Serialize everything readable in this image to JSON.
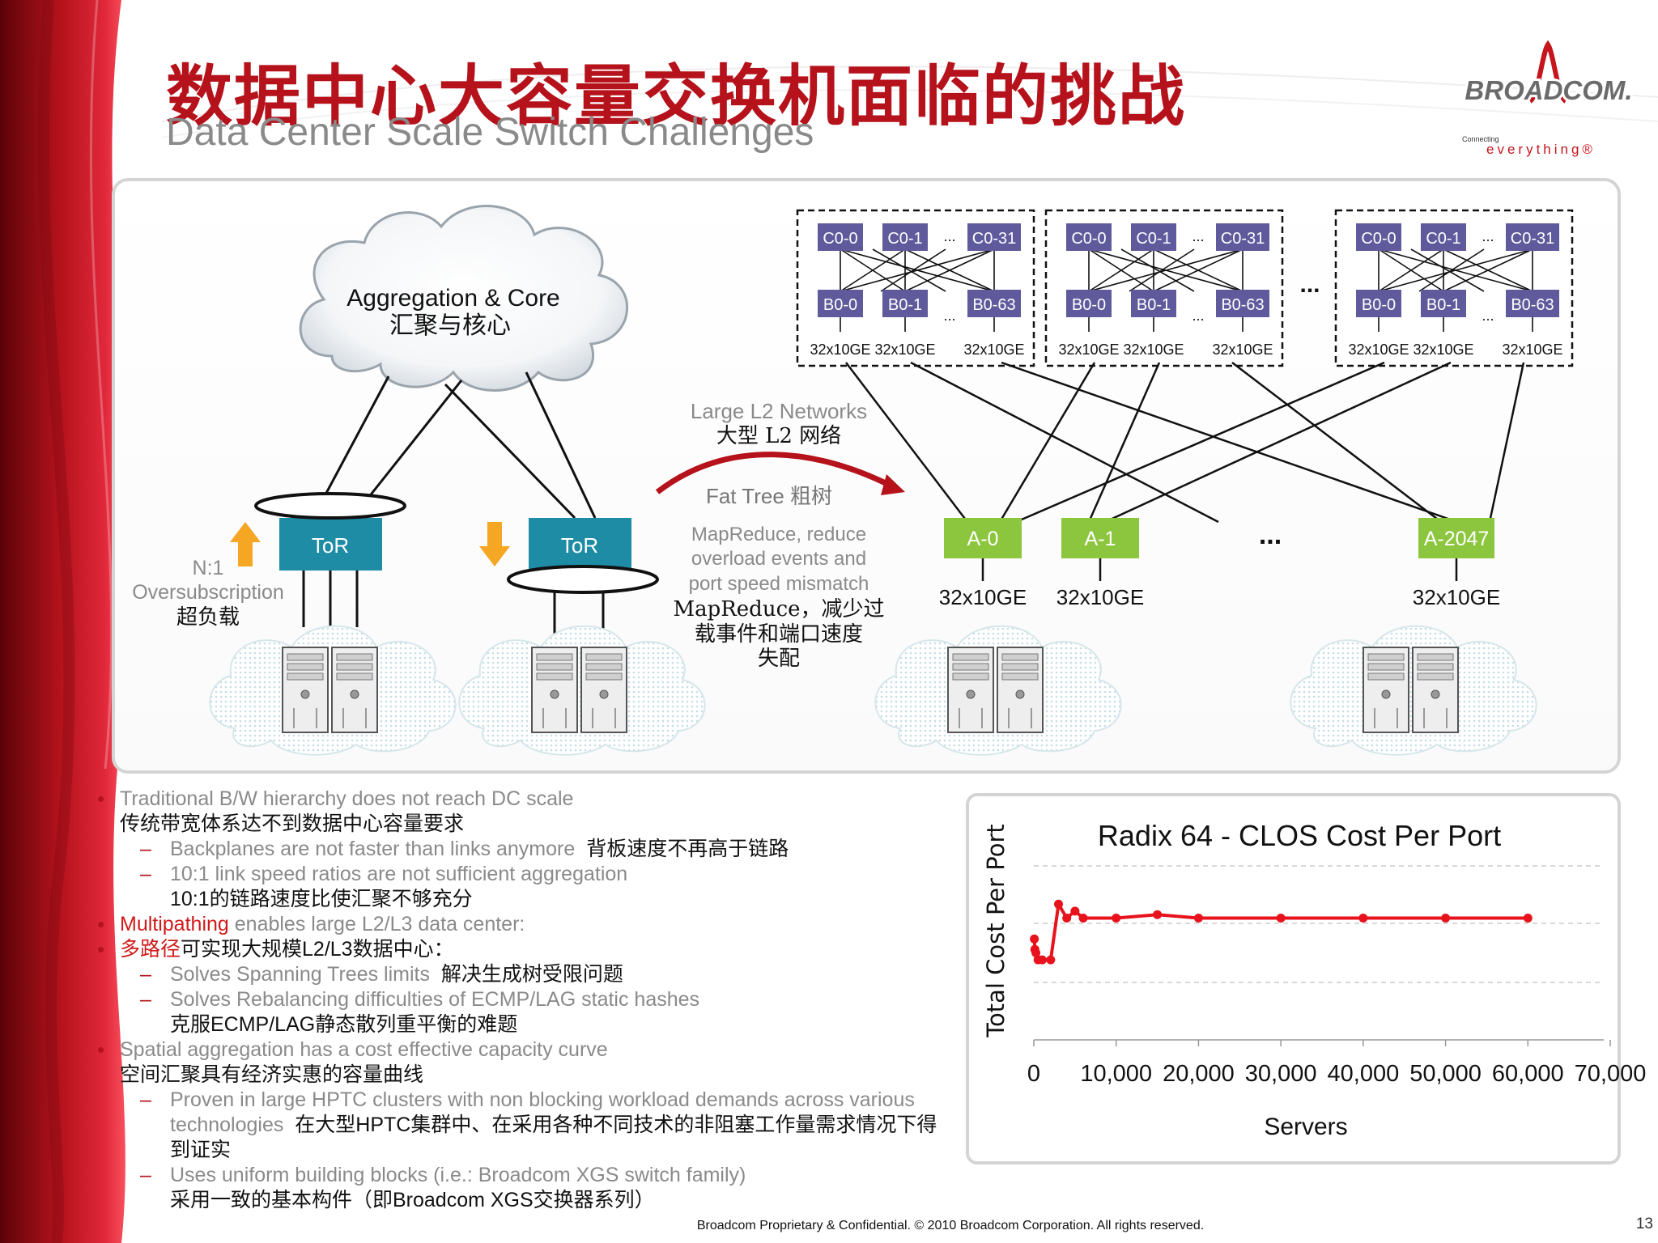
{
  "title_cn": "数据中心大容量交换机面临的挑战",
  "title_en": "Data Center Scale Switch Challenges",
  "logo": {
    "name": "BROADCOM.",
    "tag1": "Connecting",
    "tag2": "everything®",
    "color": "#c4161c"
  },
  "colors": {
    "accent": "#b5121b",
    "tor": "#1e8ca5",
    "agg": "#8cc63f",
    "fabric": "#5e5a9c",
    "arrow": "#b5121b"
  },
  "diagram": {
    "cloud_label_en": "Aggregation & Core",
    "cloud_label_cn": "汇聚与核心",
    "tor_label": "ToR",
    "oversub_ratio": "N:1",
    "oversub_en": "Oversubscription",
    "oversub_cn": "超负载",
    "large_l2_en": "Large L2 Networks",
    "large_l2_cn": "大型 L2 网络",
    "fat_tree": "Fat Tree 粗树",
    "mapreduce_en": [
      "MapReduce, reduce",
      "overload events and",
      "port speed mismatch"
    ],
    "mapreduce_cn": [
      "MapReduce，减少过",
      "载事件和端口速度",
      "失配"
    ],
    "c_nodes": [
      "C0-0",
      "C0-1",
      "C0-31"
    ],
    "b_nodes": [
      "B0-0",
      "B0-1",
      "B0-63"
    ],
    "port_label": "32x10GE",
    "ellipsis": "...",
    "a_nodes": [
      "A-0",
      "A-1",
      "A-2047"
    ],
    "a_port_label": "32x10GE"
  },
  "chart_data": {
    "type": "line",
    "title": "Radix 64 - CLOS Cost Per Port",
    "xlabel": "Servers",
    "ylabel": "Total Cost Per Port",
    "xlim": [
      0,
      70000
    ],
    "xticks": [
      "0",
      "10,000",
      "20,000",
      "30,000",
      "40,000",
      "50,000",
      "60,000",
      "70,000"
    ],
    "grid": "horizontal dashed",
    "series": [
      {
        "color": "#e8121c",
        "x": [
          64,
          128,
          256,
          512,
          1024,
          2048,
          3000,
          4000,
          5000,
          6000,
          10000,
          15000,
          20000,
          30000,
          40000,
          50000,
          60000
        ],
        "y": [
          0.58,
          0.52,
          0.5,
          0.46,
          0.46,
          0.46,
          0.78,
          0.7,
          0.74,
          0.7,
          0.7,
          0.72,
          0.7,
          0.7,
          0.7,
          0.7,
          0.7
        ]
      }
    ]
  },
  "bullets": [
    {
      "level": 1,
      "en": "Traditional B/W hierarchy does not reach DC scale",
      "cn": "传统带宽体系达不到数据中心容量要求"
    },
    {
      "level": 2,
      "en": "Backplanes are not faster than links anymore",
      "cn": "背板速度不再高于链路"
    },
    {
      "level": 2,
      "en": "10:1 link speed ratios are not sufficient aggregation",
      "cn": "10:1的链路速度比使汇聚不够充分"
    },
    {
      "level": 1,
      "red": "Multipathing",
      "en": " enables large L2/L3 data center:"
    },
    {
      "level": 1,
      "red": "多路径",
      "cn": "可实现大规模L2/L3数据中心："
    },
    {
      "level": 2,
      "en": "Solves Spanning Trees limits",
      "cn": "解决生成树受限问题"
    },
    {
      "level": 2,
      "en": "Solves Rebalancing difficulties of ECMP/LAG static hashes",
      "cn": "克服ECMP/LAG静态散列重平衡的难题"
    },
    {
      "level": 1,
      "en": "Spatial aggregation has a cost effective capacity curve",
      "cn": "空间汇聚具有经济实惠的容量曲线"
    },
    {
      "level": 2,
      "en": "Proven in large HPTC clusters with non blocking workload demands across various technologies",
      "cn": "在大型HPTC集群中、在采用各种不同技术的非阻塞工作量需求情况下得到证实"
    },
    {
      "level": 2,
      "en": "Uses uniform building blocks (i.e.: Broadcom XGS switch family)",
      "cn": "采用一致的基本构件（即Broadcom XGS交换器系列）"
    }
  ],
  "footer": "Broadcom Proprietary & Confidential.  © 2010 Broadcom Corporation.  All rights reserved.",
  "page_number": "13"
}
